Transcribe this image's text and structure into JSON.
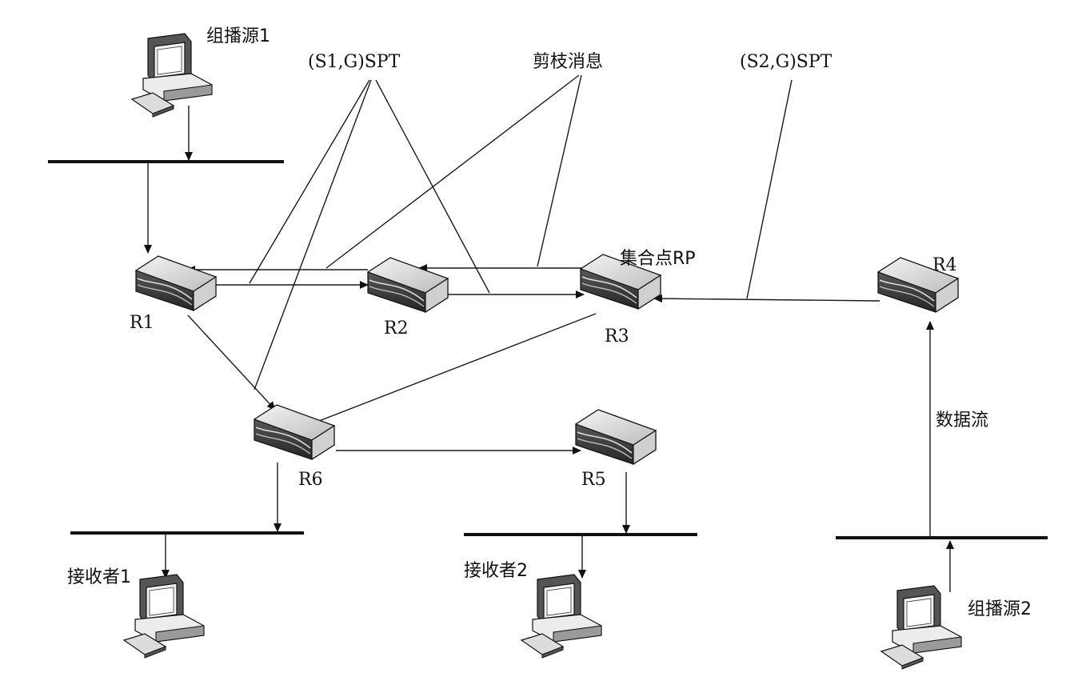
{
  "labels": {
    "source1": "组播源1",
    "source2": "组播源2",
    "receiver1": "接收者1",
    "receiver2": "接收者2",
    "spt1": "(S1,G)SPT",
    "spt2": "(S2,G)SPT",
    "prune": "剪枝消息",
    "rp": "集合点RP",
    "dataflow": "数据流"
  },
  "routers": {
    "r1": "R1",
    "r2": "R2",
    "r3": "R3",
    "r4": "R4",
    "r5": "R5",
    "r6": "R6"
  },
  "colors": {
    "line": "#1a1a1a",
    "device_light": "#e6e6e6",
    "device_dark": "#3a3a3a"
  },
  "icons": [
    "computer-icon",
    "router-icon"
  ]
}
